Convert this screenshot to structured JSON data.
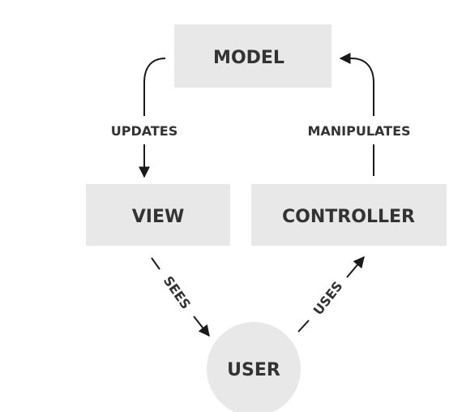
{
  "nodes": {
    "model": "MODEL",
    "view": "VIEW",
    "controller": "CONTROLLER",
    "user": "USER"
  },
  "edges": {
    "updates": "UPDATES",
    "manipulates": "MANIPULATES",
    "sees": "SEES",
    "uses": "USES"
  },
  "colors": {
    "node_fill": "#e8e8e8",
    "text": "#333333",
    "arrow": "#1a1a1a",
    "background": "#ffffff"
  }
}
